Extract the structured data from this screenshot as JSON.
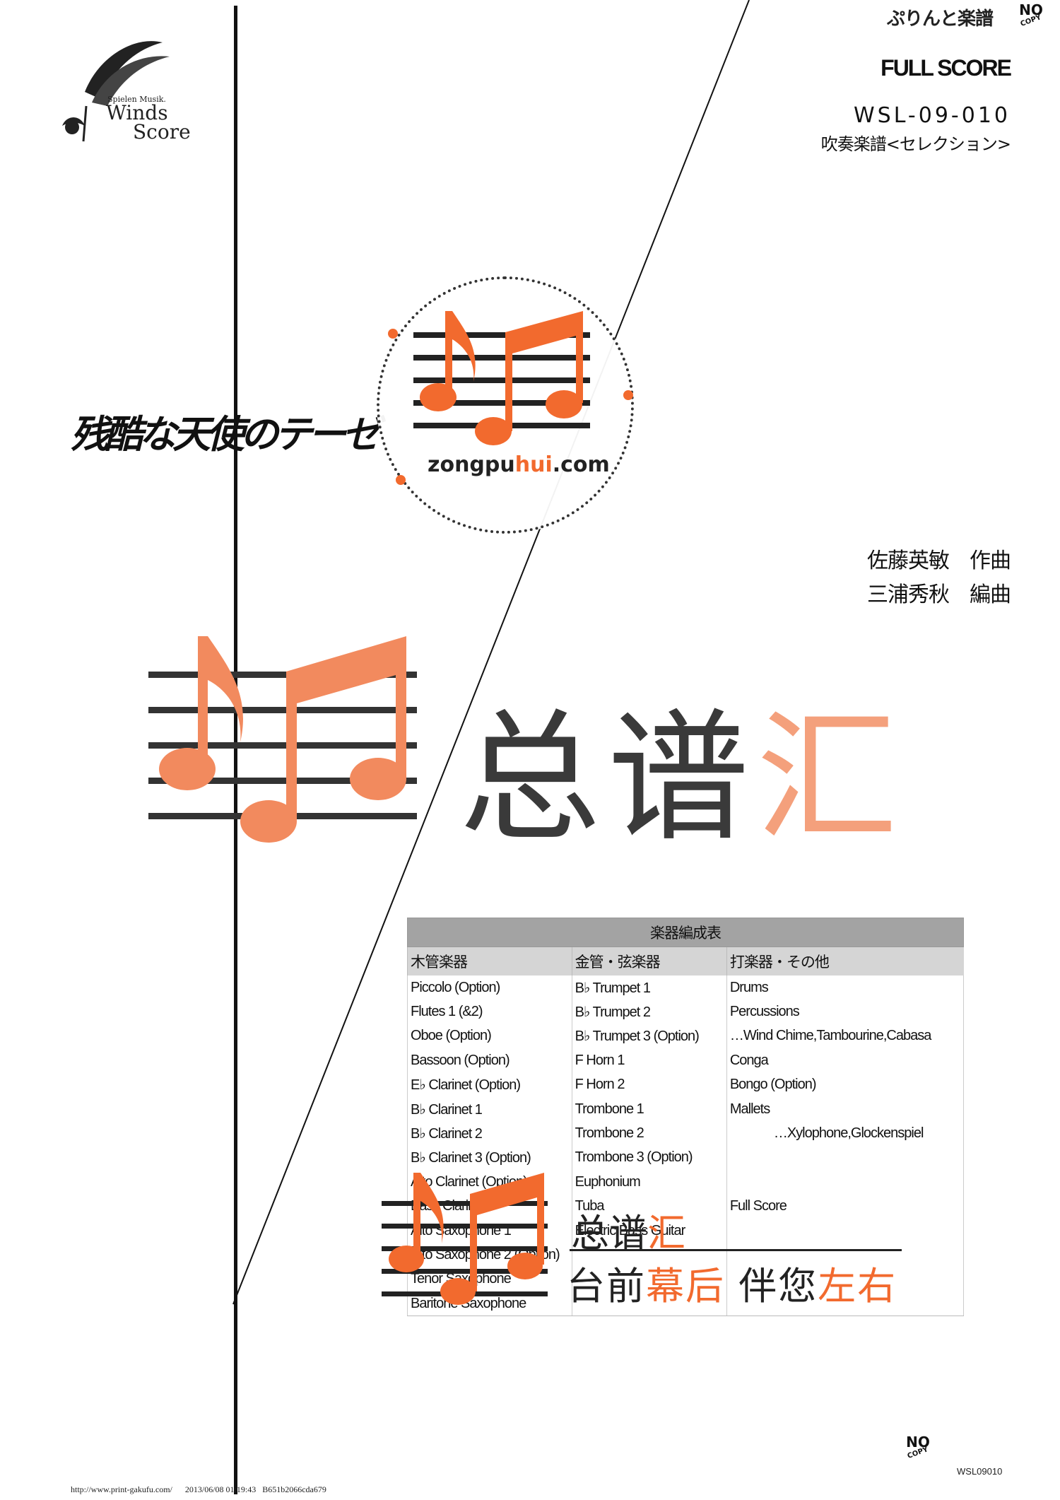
{
  "logo": {
    "tagline": "Spielen Musik.",
    "word1": "Winds",
    "word2": "Score"
  },
  "header": {
    "brand": "ぷりんと楽譜",
    "nocopy_top": "NO",
    "nocopy_sub": "COPY",
    "score_type": "FULL SCORE",
    "catalog_number": "WSL-09-010",
    "series": "吹奏楽譜<セレクション>"
  },
  "title": "残酷な天使のテーゼ",
  "credits": {
    "composer": "佐藤英敏　作曲",
    "arranger": "三浦秀秋　編曲"
  },
  "watermark": {
    "url_prefix": "zongpu",
    "url_highlight": "hui",
    "url_suffix": ".com",
    "big_text_dark": "总谱",
    "big_text_light": "汇",
    "slogan_dark1": "台前",
    "slogan_orange1": "幕后",
    "slogan_dark2": "伴您",
    "slogan_orange2": "左右"
  },
  "instrumentation": {
    "caption": "楽器編成表",
    "columns": [
      "木管楽器",
      "金管・弦楽器",
      "打楽器・その他"
    ],
    "rows": [
      [
        "Piccolo (Option)",
        "B♭ Trumpet 1",
        "Drums"
      ],
      [
        "Flutes 1 (&2)",
        "B♭ Trumpet 2",
        "Percussions"
      ],
      [
        "Oboe (Option)",
        "B♭ Trumpet 3 (Option)",
        "…Wind Chime,Tambourine,Cabasa"
      ],
      [
        "Bassoon (Option)",
        "F Horn 1",
        "Conga"
      ],
      [
        "E♭ Clarinet (Option)",
        "F Horn 2",
        "Bongo (Option)"
      ],
      [
        "B♭ Clarinet 1",
        "Trombone 1",
        "Mallets"
      ],
      [
        "B♭ Clarinet 2",
        "Trombone 2",
        "…Xylophone,Glockenspiel"
      ],
      [
        "B♭ Clarinet 3 (Option)",
        "Trombone 3 (Option)",
        ""
      ],
      [
        "Alto Clarinet (Option)",
        "Euphonium",
        ""
      ],
      [
        "Bass Clarinet",
        "Tuba",
        "Full Score"
      ],
      [
        "Alto Saxophone 1",
        "Electric Bass Guitar",
        ""
      ],
      [
        "Alto Saxophone 2 (Option)",
        "",
        ""
      ],
      [
        "Tenor Saxophone",
        "",
        ""
      ],
      [
        "Baritone Saxophone",
        "",
        ""
      ]
    ]
  },
  "footer": {
    "url": "http://www.print-gakufu.com/",
    "timestamp": "2013/06/08 01:19:43",
    "hash": "B651b2066cda679",
    "code": "WSL09010"
  },
  "colors": {
    "accent_orange": "#f26a2e",
    "light_orange": "#f4a07c",
    "caption_gray": "#a3a3a3",
    "header_gray": "#d5d5d5"
  }
}
